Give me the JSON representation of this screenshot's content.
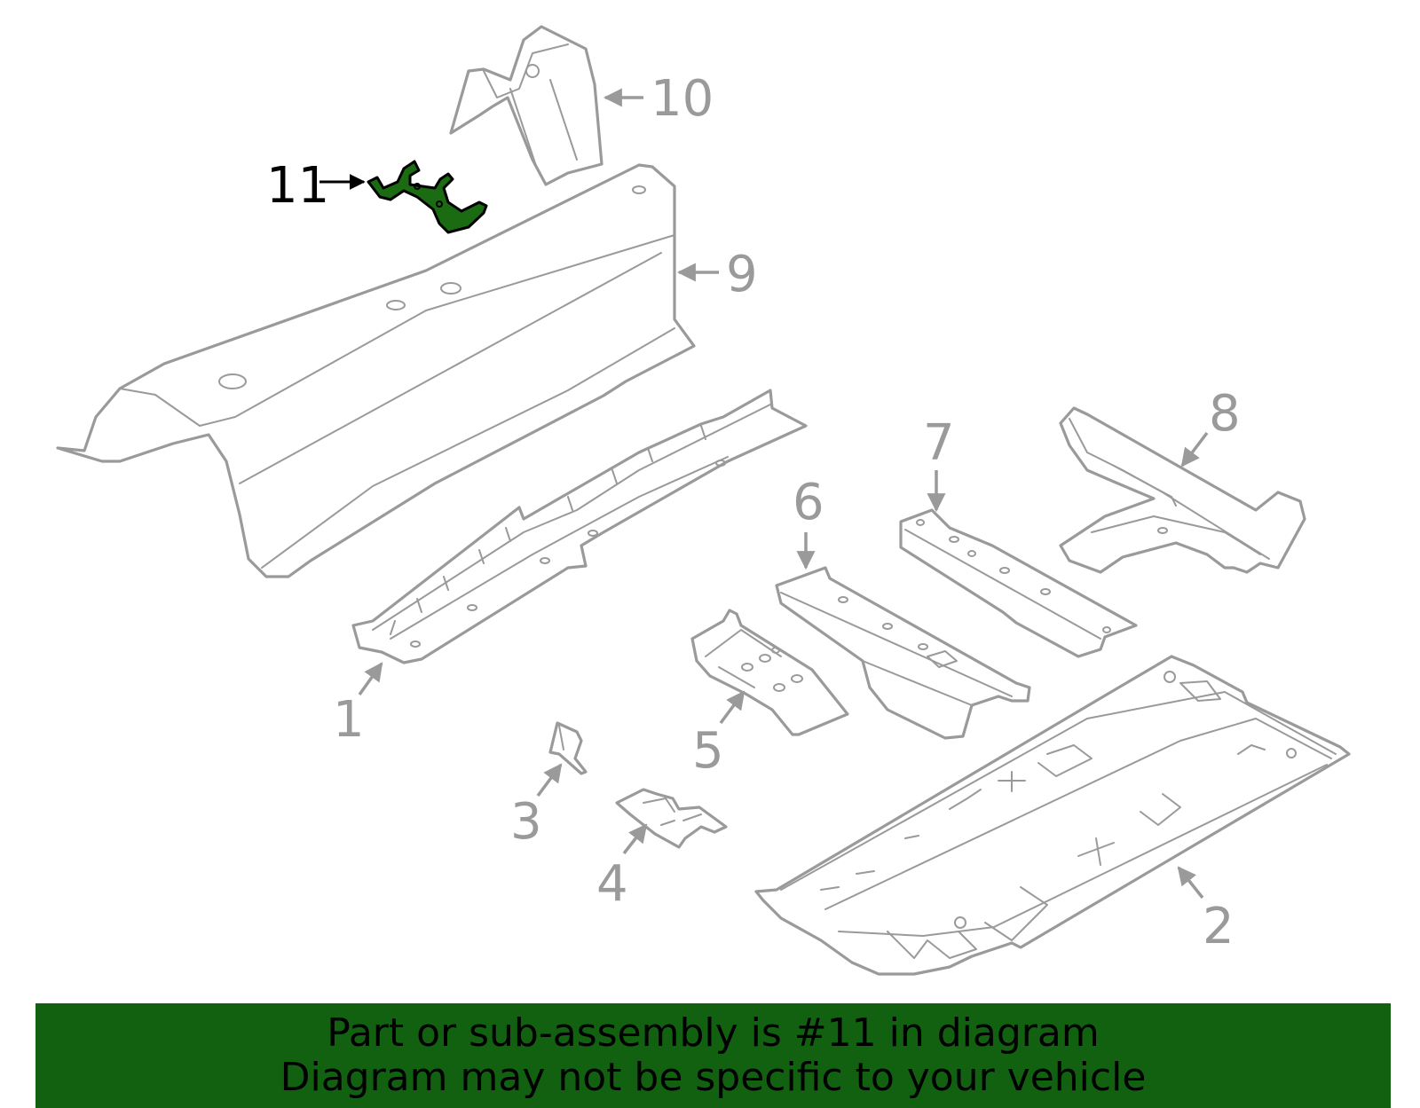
{
  "diagram": {
    "highlight_color": "#1b6b12",
    "outline_color": "#9a9a9a",
    "callouts": [
      {
        "id": "1",
        "label": "1"
      },
      {
        "id": "2",
        "label": "2"
      },
      {
        "id": "3",
        "label": "3"
      },
      {
        "id": "4",
        "label": "4"
      },
      {
        "id": "5",
        "label": "5"
      },
      {
        "id": "6",
        "label": "6"
      },
      {
        "id": "7",
        "label": "7"
      },
      {
        "id": "8",
        "label": "8"
      },
      {
        "id": "9",
        "label": "9"
      },
      {
        "id": "10",
        "label": "10"
      },
      {
        "id": "11",
        "label": "11",
        "highlighted": true
      }
    ]
  },
  "banner": {
    "background": "#116111",
    "line1": "Part or sub-assembly is #11 in diagram",
    "line2": "Diagram may not be specific to your vehicle"
  }
}
